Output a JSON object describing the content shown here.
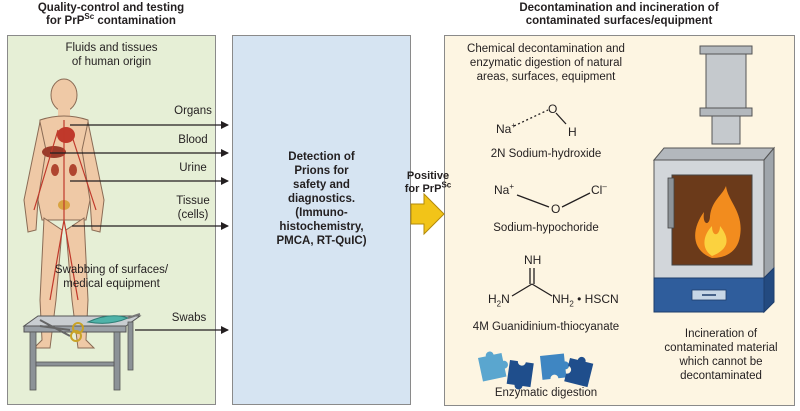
{
  "left": {
    "title_line1": "Quality-control and testing",
    "title_line2": "for PrP",
    "title_sup": "Sc",
    "title_tail": " contamination",
    "fluids_line1": "Fluids and tissues",
    "fluids_line2": "of human origin",
    "swab_line1": "Swabbing of surfaces/",
    "swab_line2": "medical equipment",
    "arrows": {
      "organs": "Organs",
      "blood": "Blood",
      "urine": "Urine",
      "tissue_line1": "Tissue",
      "tissue_line2": "(cells)",
      "swabs": "Swabs"
    }
  },
  "middle": {
    "line1": "Detection of",
    "line2": "Prions for",
    "line3": "safety and",
    "line4": "diagnostics.",
    "line5": "(Immuno-",
    "line6": "histochemistry,",
    "line7": "PMCA, RT-QuIC)"
  },
  "positive": {
    "line1": "Positive",
    "line2": "for PrP",
    "sup": "Sc"
  },
  "right": {
    "title_line1": "Decontamination and incineration of",
    "title_line2": "contaminated surfaces/equipment",
    "chem_line1": "Chemical decontamination and",
    "chem_line2": "enzymatic digestion of natural",
    "chem_line3": "areas, surfaces, equipment",
    "naoh": {
      "na": "Na",
      "plus": "+",
      "o": "O",
      "h": "H",
      "label": "2N Sodium-hydroxide"
    },
    "naocl": {
      "na": "Na",
      "plus": "+",
      "o": "O",
      "cl": "Cl",
      "minus": "–",
      "label": "Sodium-hypochoride"
    },
    "guan": {
      "nh": "NH",
      "h2n": "H",
      "h2n_sub": "2",
      "h2n_n": "N",
      "nh2": "NH",
      "nh2_sub": "2",
      "hscn": " • HSCN",
      "label": "4M Guanidinium-thiocyanate"
    },
    "enzyme_label": "Enzymatic digestion",
    "incin_line1": "Incineration of",
    "incin_line2": "contaminated material",
    "incin_line3": "which cannot be",
    "incin_line4": "decontaminated"
  },
  "colors": {
    "left_panel": "#e6efd6",
    "mid_panel": "#d6e4f2",
    "right_panel": "#fdf5e2",
    "arrow_yellow": "#f2c418",
    "furnace_blue": "#2f5d9c",
    "puzzle_light": "#4a90c8",
    "puzzle_dark": "#1f4e8c"
  }
}
